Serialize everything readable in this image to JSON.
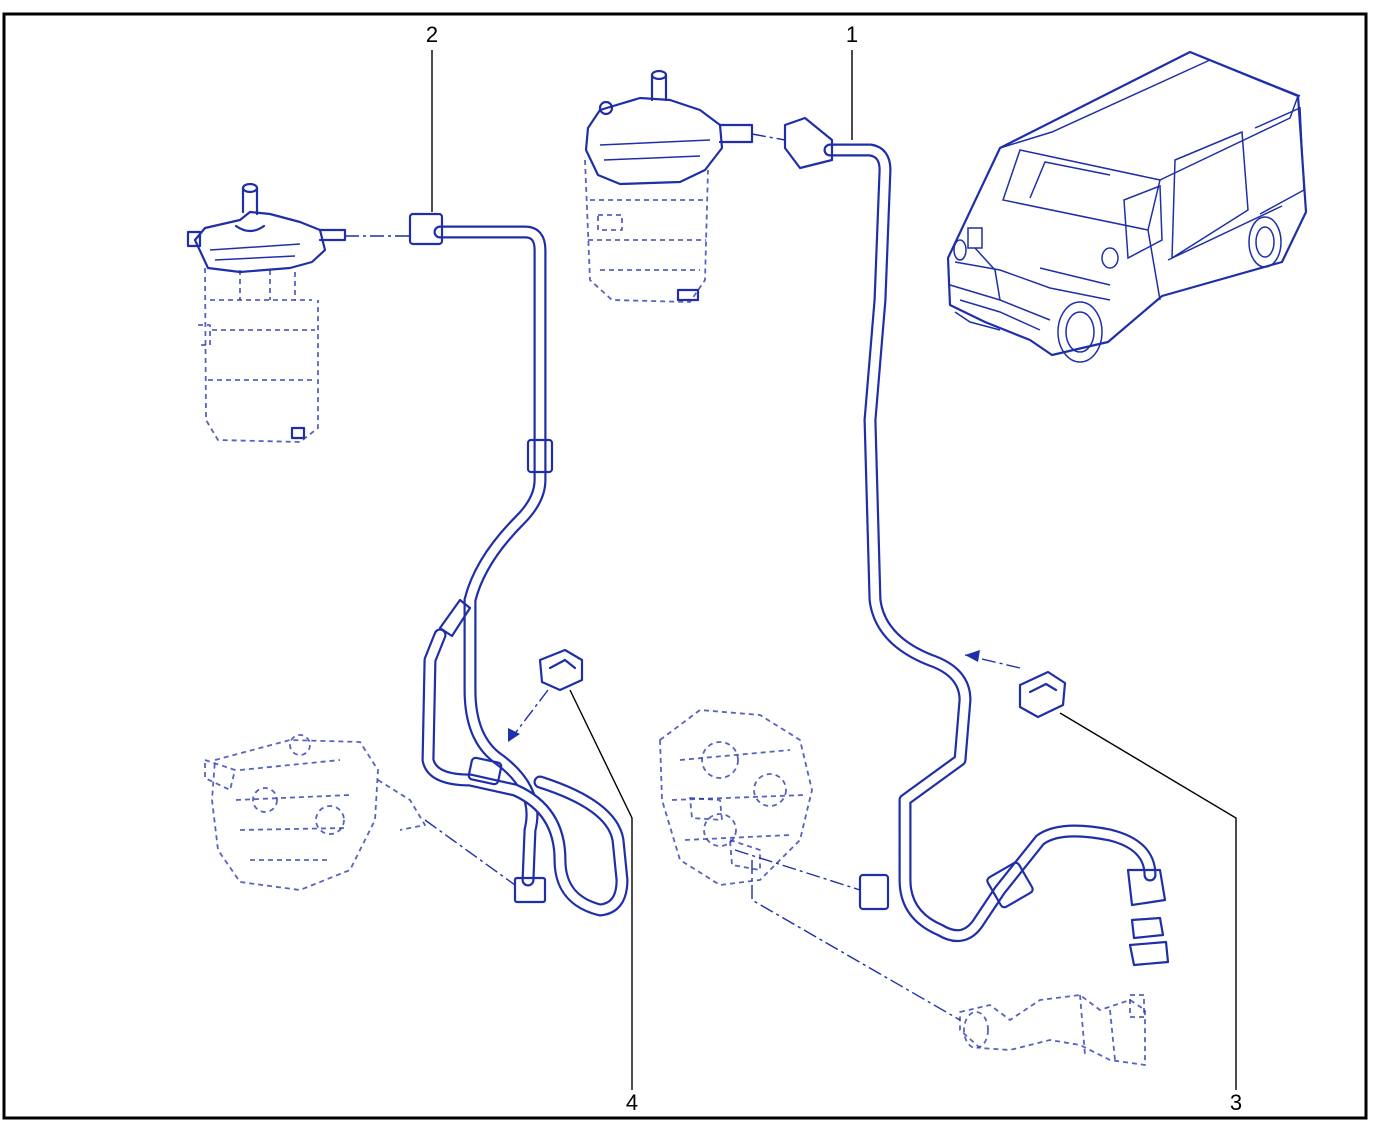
{
  "colors": {
    "line": "#1f2fa8",
    "frame": "#000000",
    "callout": "#000000",
    "background": "#ffffff"
  },
  "callouts": {
    "c1": "1",
    "c2": "2",
    "c3": "3",
    "c4": "4"
  }
}
